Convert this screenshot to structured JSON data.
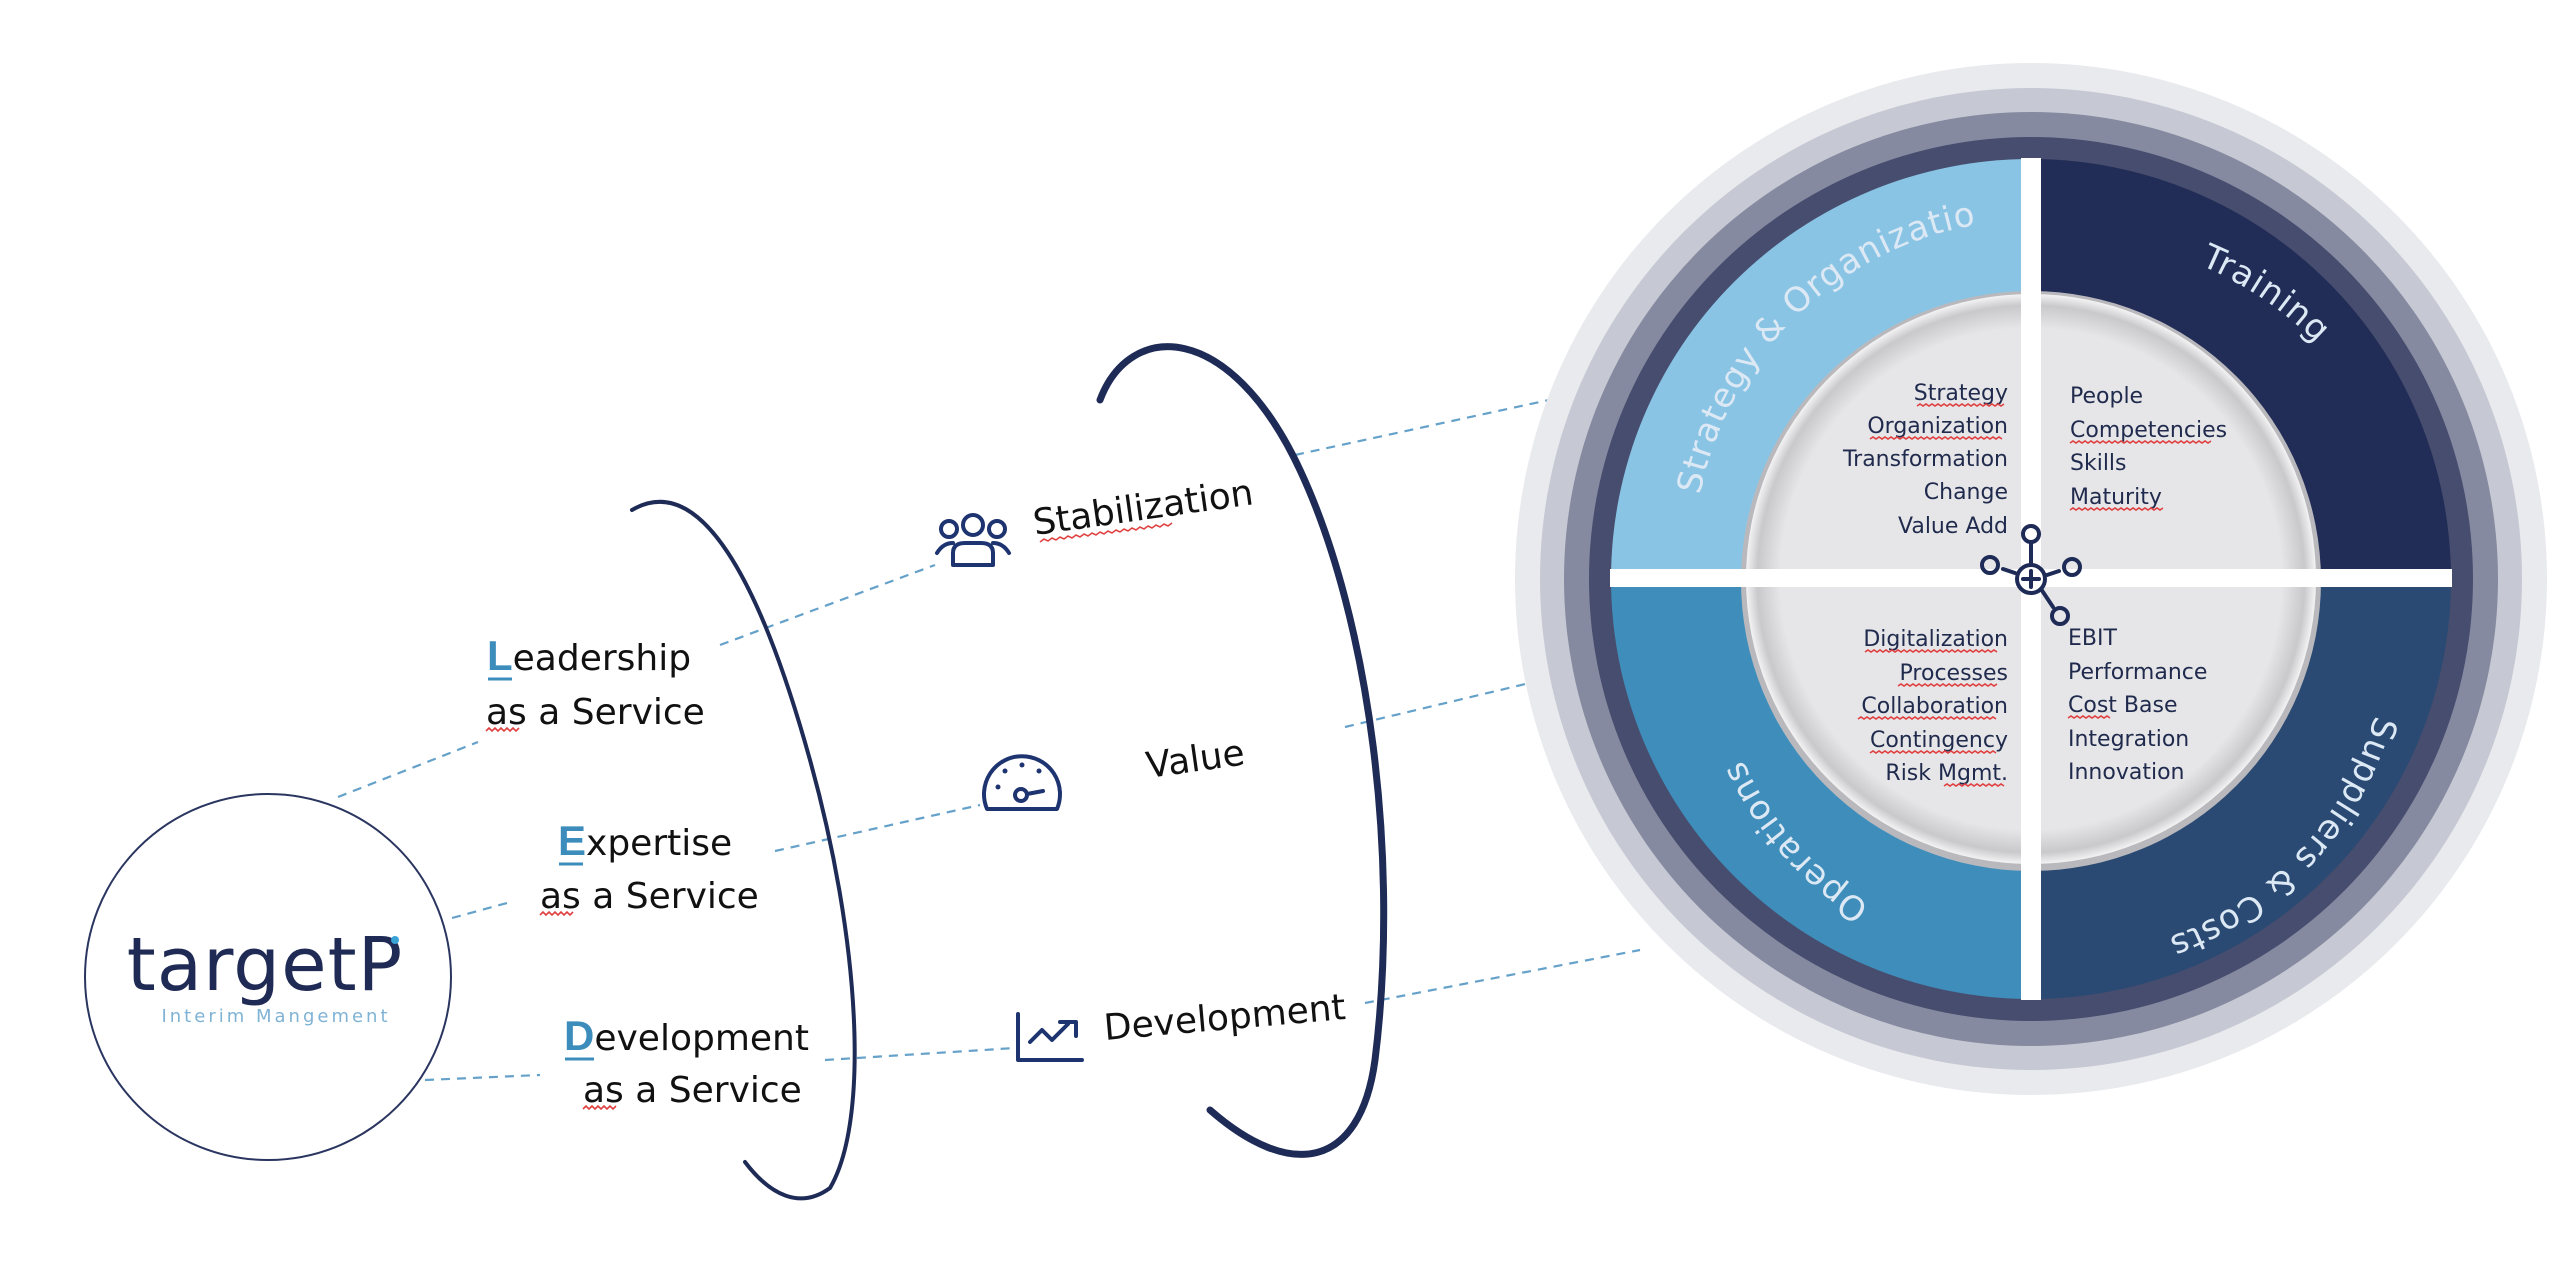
{
  "logo": {
    "name": "targetP",
    "tagline": "Interim Mangement"
  },
  "services": [
    {
      "initial": "L",
      "rest": "eadership",
      "line2": "as a Service"
    },
    {
      "initial": "E",
      "rest": "xpertise",
      "line2": "as a Service"
    },
    {
      "initial": "D",
      "rest": "evelopment",
      "line2": "as a Service"
    }
  ],
  "values": [
    {
      "label": "Stabilization",
      "icon": "people-group-icon"
    },
    {
      "label": "Value",
      "icon": "gauge-icon"
    },
    {
      "label": "Development",
      "icon": "growth-chart-icon"
    }
  ],
  "wheel": {
    "quadrants": [
      {
        "title": "Strategy & Organization",
        "color": "#8ac4e4",
        "items": [
          "Strategy",
          "Organization",
          "Transformation",
          "Change",
          "Value Add"
        ]
      },
      {
        "title": "Training",
        "color": "#222d57",
        "items": [
          "People",
          "Competencies",
          "Skills",
          "Maturity"
        ]
      },
      {
        "title": "Operations",
        "color": "#3f8dbb",
        "items": [
          "Digitalization",
          "Processes",
          "Collaboration",
          "Contingency",
          "Risk Mgmt."
        ]
      },
      {
        "title": "Suppliers & Costs",
        "color": "#2a4a73",
        "items": [
          "EBIT",
          "Performance",
          "Cost Base",
          "Integration",
          "Innovation"
        ]
      }
    ],
    "ring_colors": [
      "#e9eaee",
      "#c6c9d3",
      "#868aa0",
      "#474d6e"
    ],
    "inner_color": "#e6e6e8",
    "center_icon": "network-hub-icon"
  },
  "colors": {
    "navy": "#1e2b56",
    "accent_blue": "#3c8dbc",
    "dash_blue": "#4a90c0"
  }
}
